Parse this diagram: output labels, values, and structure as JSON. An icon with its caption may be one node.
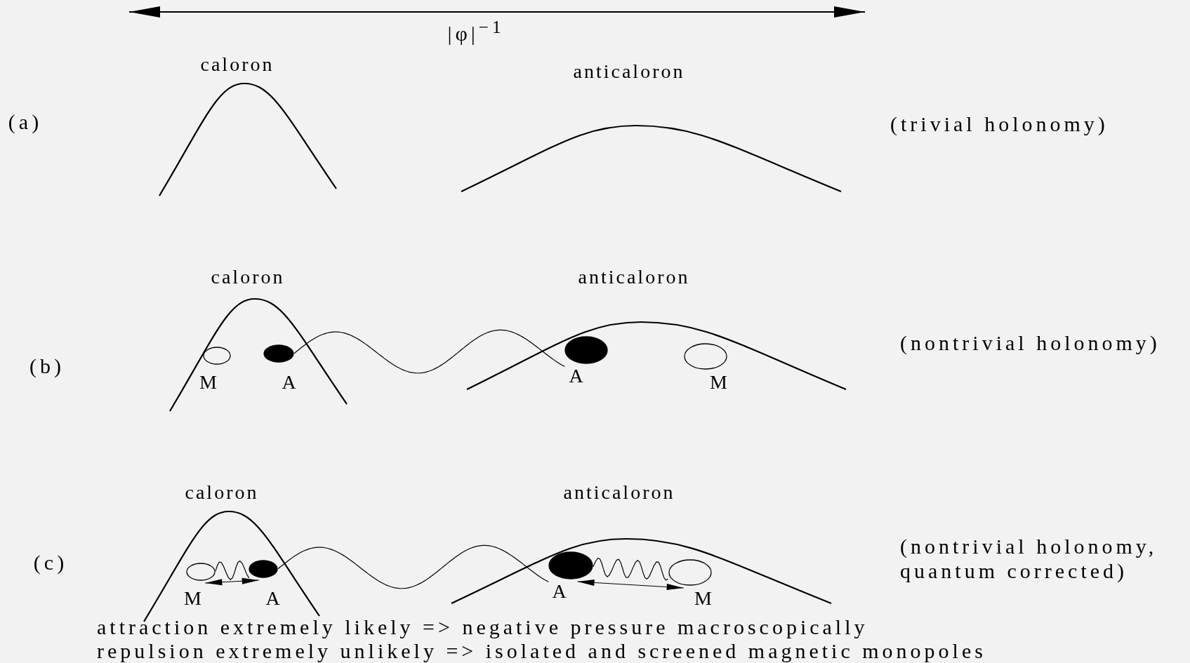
{
  "diagram": {
    "nodes": [
      {
        "text": [
          "caloron"
        ]
      },
      {
        "text": [
          "anticaloron"
        ]
      },
      {
        "text": [
          "caloron"
        ]
      },
      {
        "text": [],
        "shape": "circle",
        "beside": [
          "M"
        ],
        "in": 2
      },
      {
        "text": [],
        "shape": "circle",
        "beside": [
          "A"
        ],
        "in": 2
      },
      {
        "text": [
          "anticaloron"
        ]
      },
      {
        "text": [],
        "shape": "circle",
        "beside": [
          "A"
        ],
        "in": 5
      },
      {
        "text": [],
        "shape": "circle",
        "beside": [
          "M"
        ],
        "in": 5
      },
      {
        "text": [
          "caloron"
        ]
      },
      {
        "text": [],
        "shape": "circle",
        "beside": [
          "M"
        ],
        "in": 8
      },
      {
        "text": [],
        "shape": "circle",
        "beside": [
          "A"
        ],
        "in": 8
      },
      {
        "text": [
          "anticaloron"
        ]
      },
      {
        "text": [],
        "shape": "circle",
        "beside": [
          "A"
        ],
        "in": 11
      },
      {
        "text": [],
        "shape": "circle",
        "beside": [
          "M"
        ],
        "in": 11
      }
    ],
    "edges": [
      {
        "from": 4,
        "to": 6,
        "arrow": "none"
      },
      {
        "from": 9,
        "to": 10,
        "arrow": "none"
      },
      {
        "from": 10,
        "to": 12,
        "arrow": "none"
      },
      {
        "from": 12,
        "to": 13,
        "arrow": "none"
      },
      {
        "from": 9,
        "to": 10,
        "arrow": "both"
      },
      {
        "from": 12,
        "to": 13,
        "arrow": "both"
      }
    ],
    "labels": [
      "|φ|$^{−1}$",
      "(a)",
      "(trivial holonomy)",
      "(b)",
      "(nontrivial holonomy)",
      "(c)",
      "(nontrivial holonomy, quantum corrected)",
      "attraction extremely likely => negative pressure macroscopically",
      "repulsion extremely unlikely => isolated and screened magnetic monopoles"
    ]
  }
}
